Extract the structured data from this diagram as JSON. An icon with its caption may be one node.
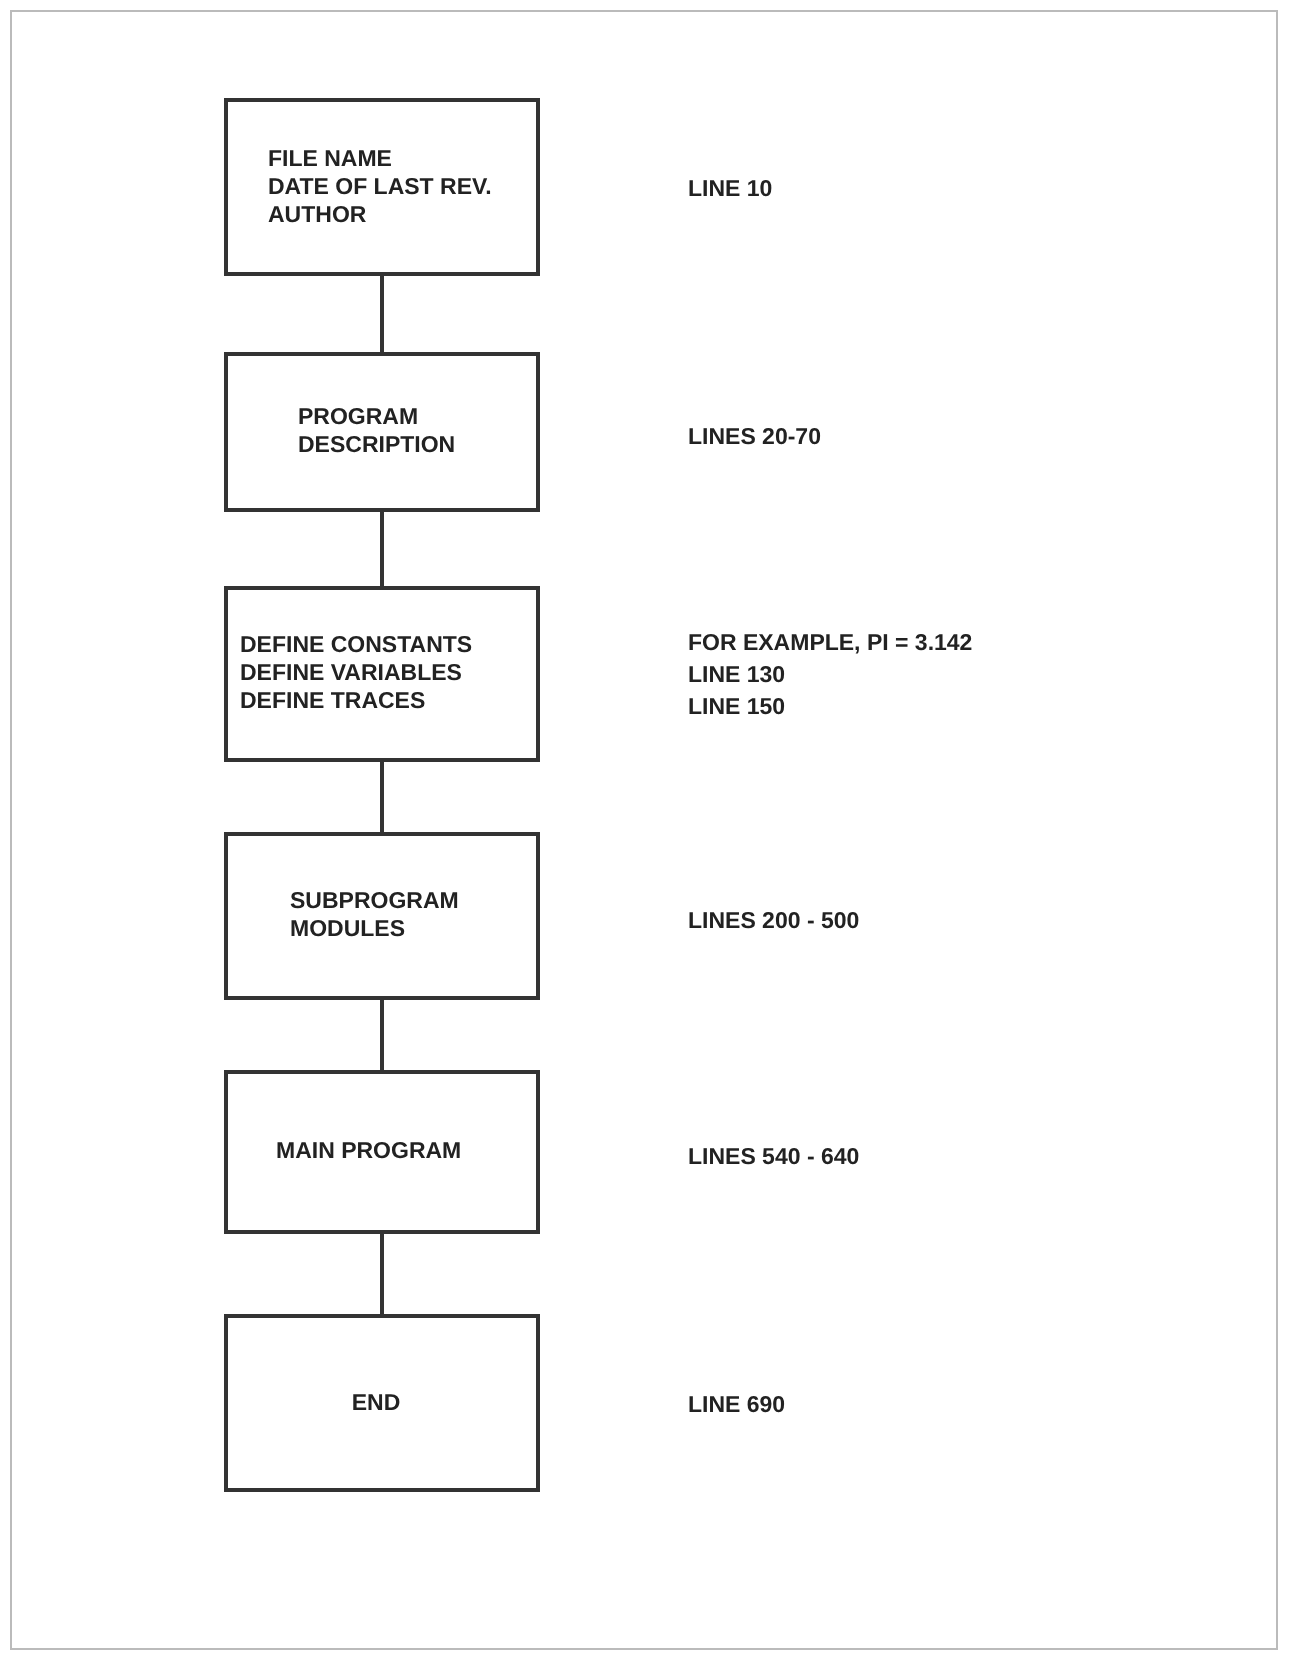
{
  "diagram": {
    "nodes": [
      {
        "text": [
          "FILE NAME",
          "DATE OF LAST REV.",
          "AUTHOR"
        ]
      },
      {
        "text": [
          "PROGRAM DESCRIPTION"
        ]
      },
      {
        "text": [
          "DEFINE CONSTANTS",
          "DEFINE VARIABLES",
          "DEFINE TRACES"
        ]
      },
      {
        "text": [
          "SUBPROGRAM MODULES"
        ]
      },
      {
        "text": [
          "MAIN PROGRAM"
        ]
      },
      {
        "text": [
          "END"
        ]
      }
    ],
    "edges": [
      {
        "from": 0,
        "to": 1,
        "arrow": "none"
      },
      {
        "from": 1,
        "to": 2,
        "arrow": "none"
      },
      {
        "from": 2,
        "to": 3,
        "arrow": "none"
      },
      {
        "from": 3,
        "to": 4,
        "arrow": "none"
      },
      {
        "from": 4,
        "to": 5,
        "arrow": "none"
      }
    ],
    "labels": [
      "LINE 10",
      "LINES 20-70",
      "FOR EXAMPLE, PI = 3.142",
      "LINE 130",
      "LINE 150",
      "LINES 200 - 500",
      "LINES 540 - 640",
      "LINE 690"
    ]
  }
}
